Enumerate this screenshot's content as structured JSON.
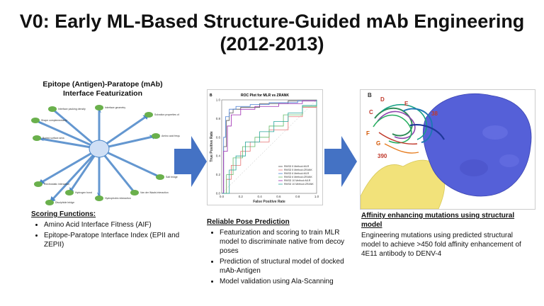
{
  "slide": {
    "title_line1": "V0: Early ML-Based Structure-Guided mAb Engineering",
    "title_line2": "(2012-2013)"
  },
  "left_panel": {
    "heading_line1": "Epitope (Antigen)-Paratope (mAb)",
    "heading_line2": "Interface Featurization",
    "scoring_header": "Scoring Functions:",
    "scoring_items": [
      "Amino Acid Interface Fitness (AIF)",
      "Epitope-Paratope Interface Index (EPII and ZEPII)"
    ]
  },
  "middle_panel": {
    "panel_label": "B",
    "header": "Reliable Pose Prediction",
    "items": [
      "Featurization and scoring to train MLR model to discriminate native from decoy poses",
      "Prediction of structural model of docked mAb-Antigen",
      "Model validation using Ala-Scanning"
    ]
  },
  "right_panel": {
    "panel_label": "B",
    "header": "Affinity enhancing mutations using structural model",
    "body": "Engineering mutations using predicted structural model to achieve >450 fold affinity enhancement of 4E11 antibody to DENV-4",
    "mutation_labels": [
      "D",
      "E",
      "C",
      "F",
      "G",
      "390",
      "38"
    ]
  },
  "chart_data": {
    "type": "line",
    "title": "ROC Plot for MLR vs ZRANK",
    "xlabel": "False Positive Rate",
    "ylabel": "True Positive Rate",
    "xlim": [
      0,
      1
    ],
    "ylim": [
      0,
      1
    ],
    "x_ticks": [
      "0.0",
      "0.2",
      "0.4",
      "0.6",
      "0.8",
      "1.0"
    ],
    "y_ticks": [
      "0.0",
      "0.2",
      "0.4",
      "0.6",
      "0.8",
      "1.0"
    ],
    "legend_placement": "bottom-right",
    "series": [
      {
        "name": "RMSD 5 Method=MLR",
        "color": "#555555",
        "x": [
          0,
          0.02,
          0.05,
          0.08,
          0.12,
          0.2,
          0.4,
          0.7,
          1.0
        ],
        "y": [
          0,
          0.5,
          0.78,
          0.86,
          0.9,
          0.92,
          0.96,
          0.99,
          1.0
        ]
      },
      {
        "name": "RMSD 5 Method=ZRANK",
        "color": "#e57373",
        "x": [
          0,
          0.05,
          0.1,
          0.2,
          0.3,
          0.5,
          0.7,
          0.85,
          1.0
        ],
        "y": [
          0,
          0.15,
          0.3,
          0.45,
          0.55,
          0.68,
          0.82,
          0.92,
          1.0
        ]
      },
      {
        "name": "RMSD 6 Method=MLR",
        "color": "#4a7fd4",
        "x": [
          0,
          0.02,
          0.04,
          0.08,
          0.15,
          0.3,
          0.5,
          0.8,
          1.0
        ],
        "y": [
          0,
          0.6,
          0.82,
          0.9,
          0.93,
          0.95,
          0.97,
          0.99,
          1.0
        ]
      },
      {
        "name": "RMSD 6 Method=ZRANK",
        "color": "#66bb6a",
        "x": [
          0,
          0.05,
          0.12,
          0.22,
          0.35,
          0.5,
          0.65,
          0.85,
          1.0
        ],
        "y": [
          0,
          0.2,
          0.38,
          0.5,
          0.6,
          0.72,
          0.84,
          0.93,
          1.0
        ]
      },
      {
        "name": "RMSD 10 Method=MLR",
        "color": "#9c27b0",
        "x": [
          0,
          0.02,
          0.06,
          0.1,
          0.2,
          0.35,
          0.6,
          0.85,
          1.0
        ],
        "y": [
          0,
          0.45,
          0.72,
          0.84,
          0.9,
          0.93,
          0.96,
          0.99,
          1.0
        ]
      },
      {
        "name": "RMSD 10 Method=ZRANK",
        "color": "#26a69a",
        "x": [
          0,
          0.08,
          0.15,
          0.25,
          0.4,
          0.55,
          0.7,
          0.85,
          1.0
        ],
        "y": [
          0,
          0.25,
          0.4,
          0.55,
          0.66,
          0.77,
          0.86,
          0.94,
          1.0
        ]
      }
    ]
  },
  "network_labels": [
    "Interface packing density",
    "Shape complementarity",
    "Interface geometry",
    "Solvation properties of amino acids",
    "Buried surface area",
    "Amino acid frequency",
    "Electrostatic interaction",
    "Hydrogen bond",
    "Disulphide bridge",
    "Hydrophobic interaction",
    "Van der Waals interaction",
    "Salt bridge"
  ],
  "colors": {
    "arrow": "#4472c4",
    "antigen_surface": "#5560d8",
    "antibody_surface": "#f2e27a",
    "network_node": "#6ab04c",
    "network_edge": "#4a86c8"
  }
}
